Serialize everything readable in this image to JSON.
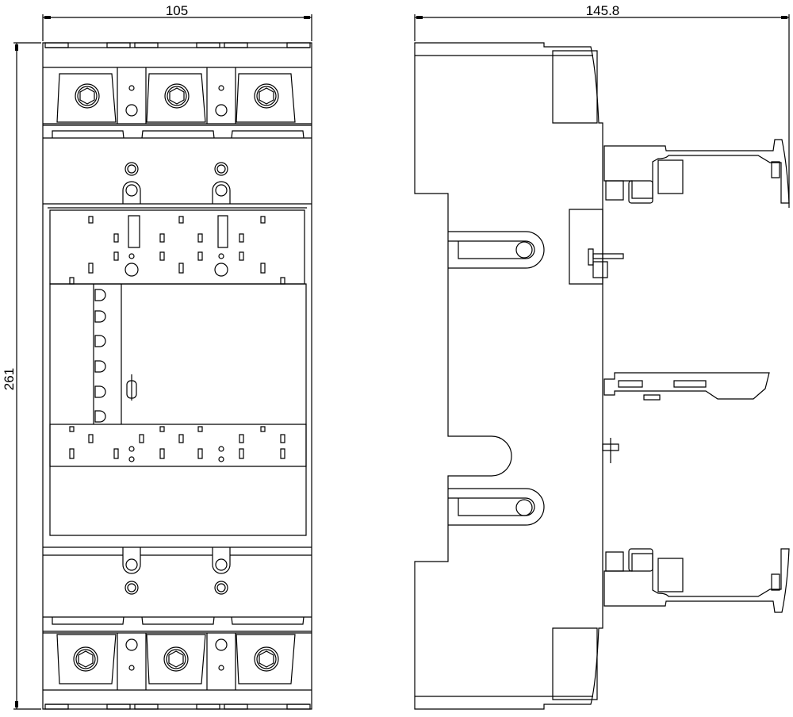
{
  "drawing": {
    "front_view": {
      "width_label": "105",
      "height_label": "261"
    },
    "side_view": {
      "depth_label": "145.8"
    },
    "line_color": "#000000",
    "background_color": "#ffffff"
  }
}
